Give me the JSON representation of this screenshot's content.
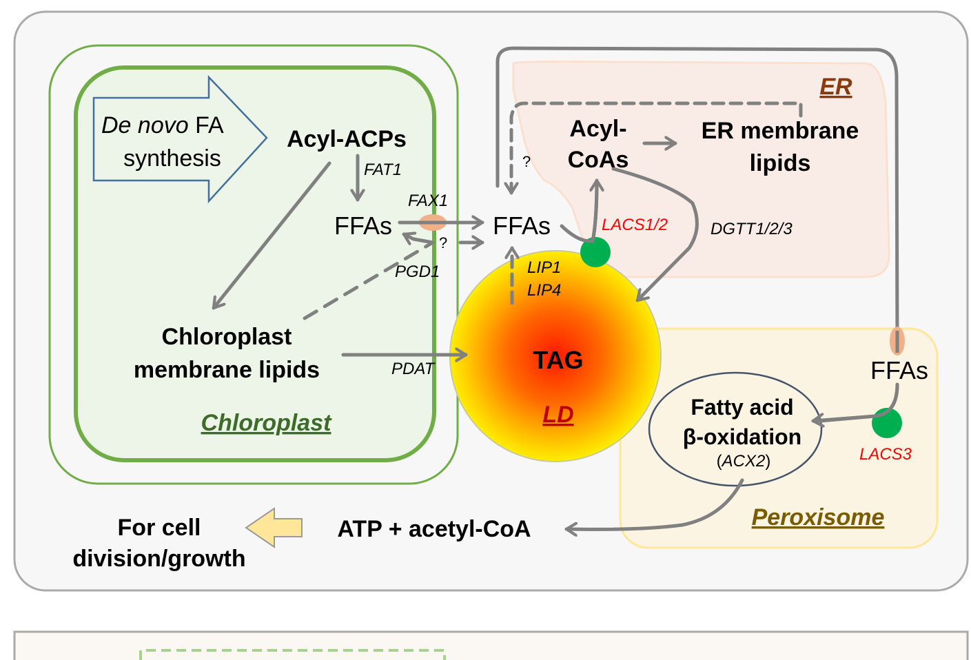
{
  "diagram": {
    "compartments": {
      "chloroplast": {
        "label": "Chloroplast",
        "color": "#3d6b2a"
      },
      "er": {
        "label": "ER",
        "color": "#8b3a0e"
      },
      "ld": {
        "label": "LD",
        "color": "#c00000"
      },
      "peroxisome": {
        "label": "Peroxisome",
        "color": "#7a5c00"
      }
    },
    "nodes": {
      "denovo_line1_italic": "De novo",
      "denovo_line1_rest": " FA",
      "denovo_line2": "synthesis",
      "acyl_acps": "Acyl-ACPs",
      "ffas_chloroplast": "FFAs",
      "ffas_cytosol": "FFAs",
      "ffas_peroxisome": "FFAs",
      "chloro_lipids_line1": "Chloroplast",
      "chloro_lipids_line2": "membrane lipids",
      "acyl_coas_line1": "Acyl-",
      "acyl_coas_line2": "CoAs",
      "er_lipids_line1": "ER membrane",
      "er_lipids_line2": "lipids",
      "tag": "TAG",
      "beta_ox_line1": "Fatty acid",
      "beta_ox_line2": "β-oxidation",
      "beta_ox_paren_open": "(",
      "beta_ox_enzyme": "ACX2",
      "beta_ox_paren_close": ")",
      "atp": "ATP + acetyl-CoA",
      "cell_line1": "For cell",
      "cell_line2": "division/growth"
    },
    "enzymes": {
      "fat1": "FAT1",
      "fax1": "FAX1",
      "pgd1": "PGD1",
      "pdat": "PDAT",
      "lip1": "LIP1",
      "lip4": "LIP4",
      "lacs12": "LACS1/2",
      "lacs3": "LACS3",
      "dgtt": "DGTT1/2/3",
      "unknown1": "?",
      "unknown2": "?"
    },
    "colors": {
      "arrow": "#808080",
      "enzyme_highlight": "#ff0000",
      "transporter": "#f0b088",
      "lacs_circle": "#00b050",
      "denovo_arrow": "#41719c"
    }
  }
}
